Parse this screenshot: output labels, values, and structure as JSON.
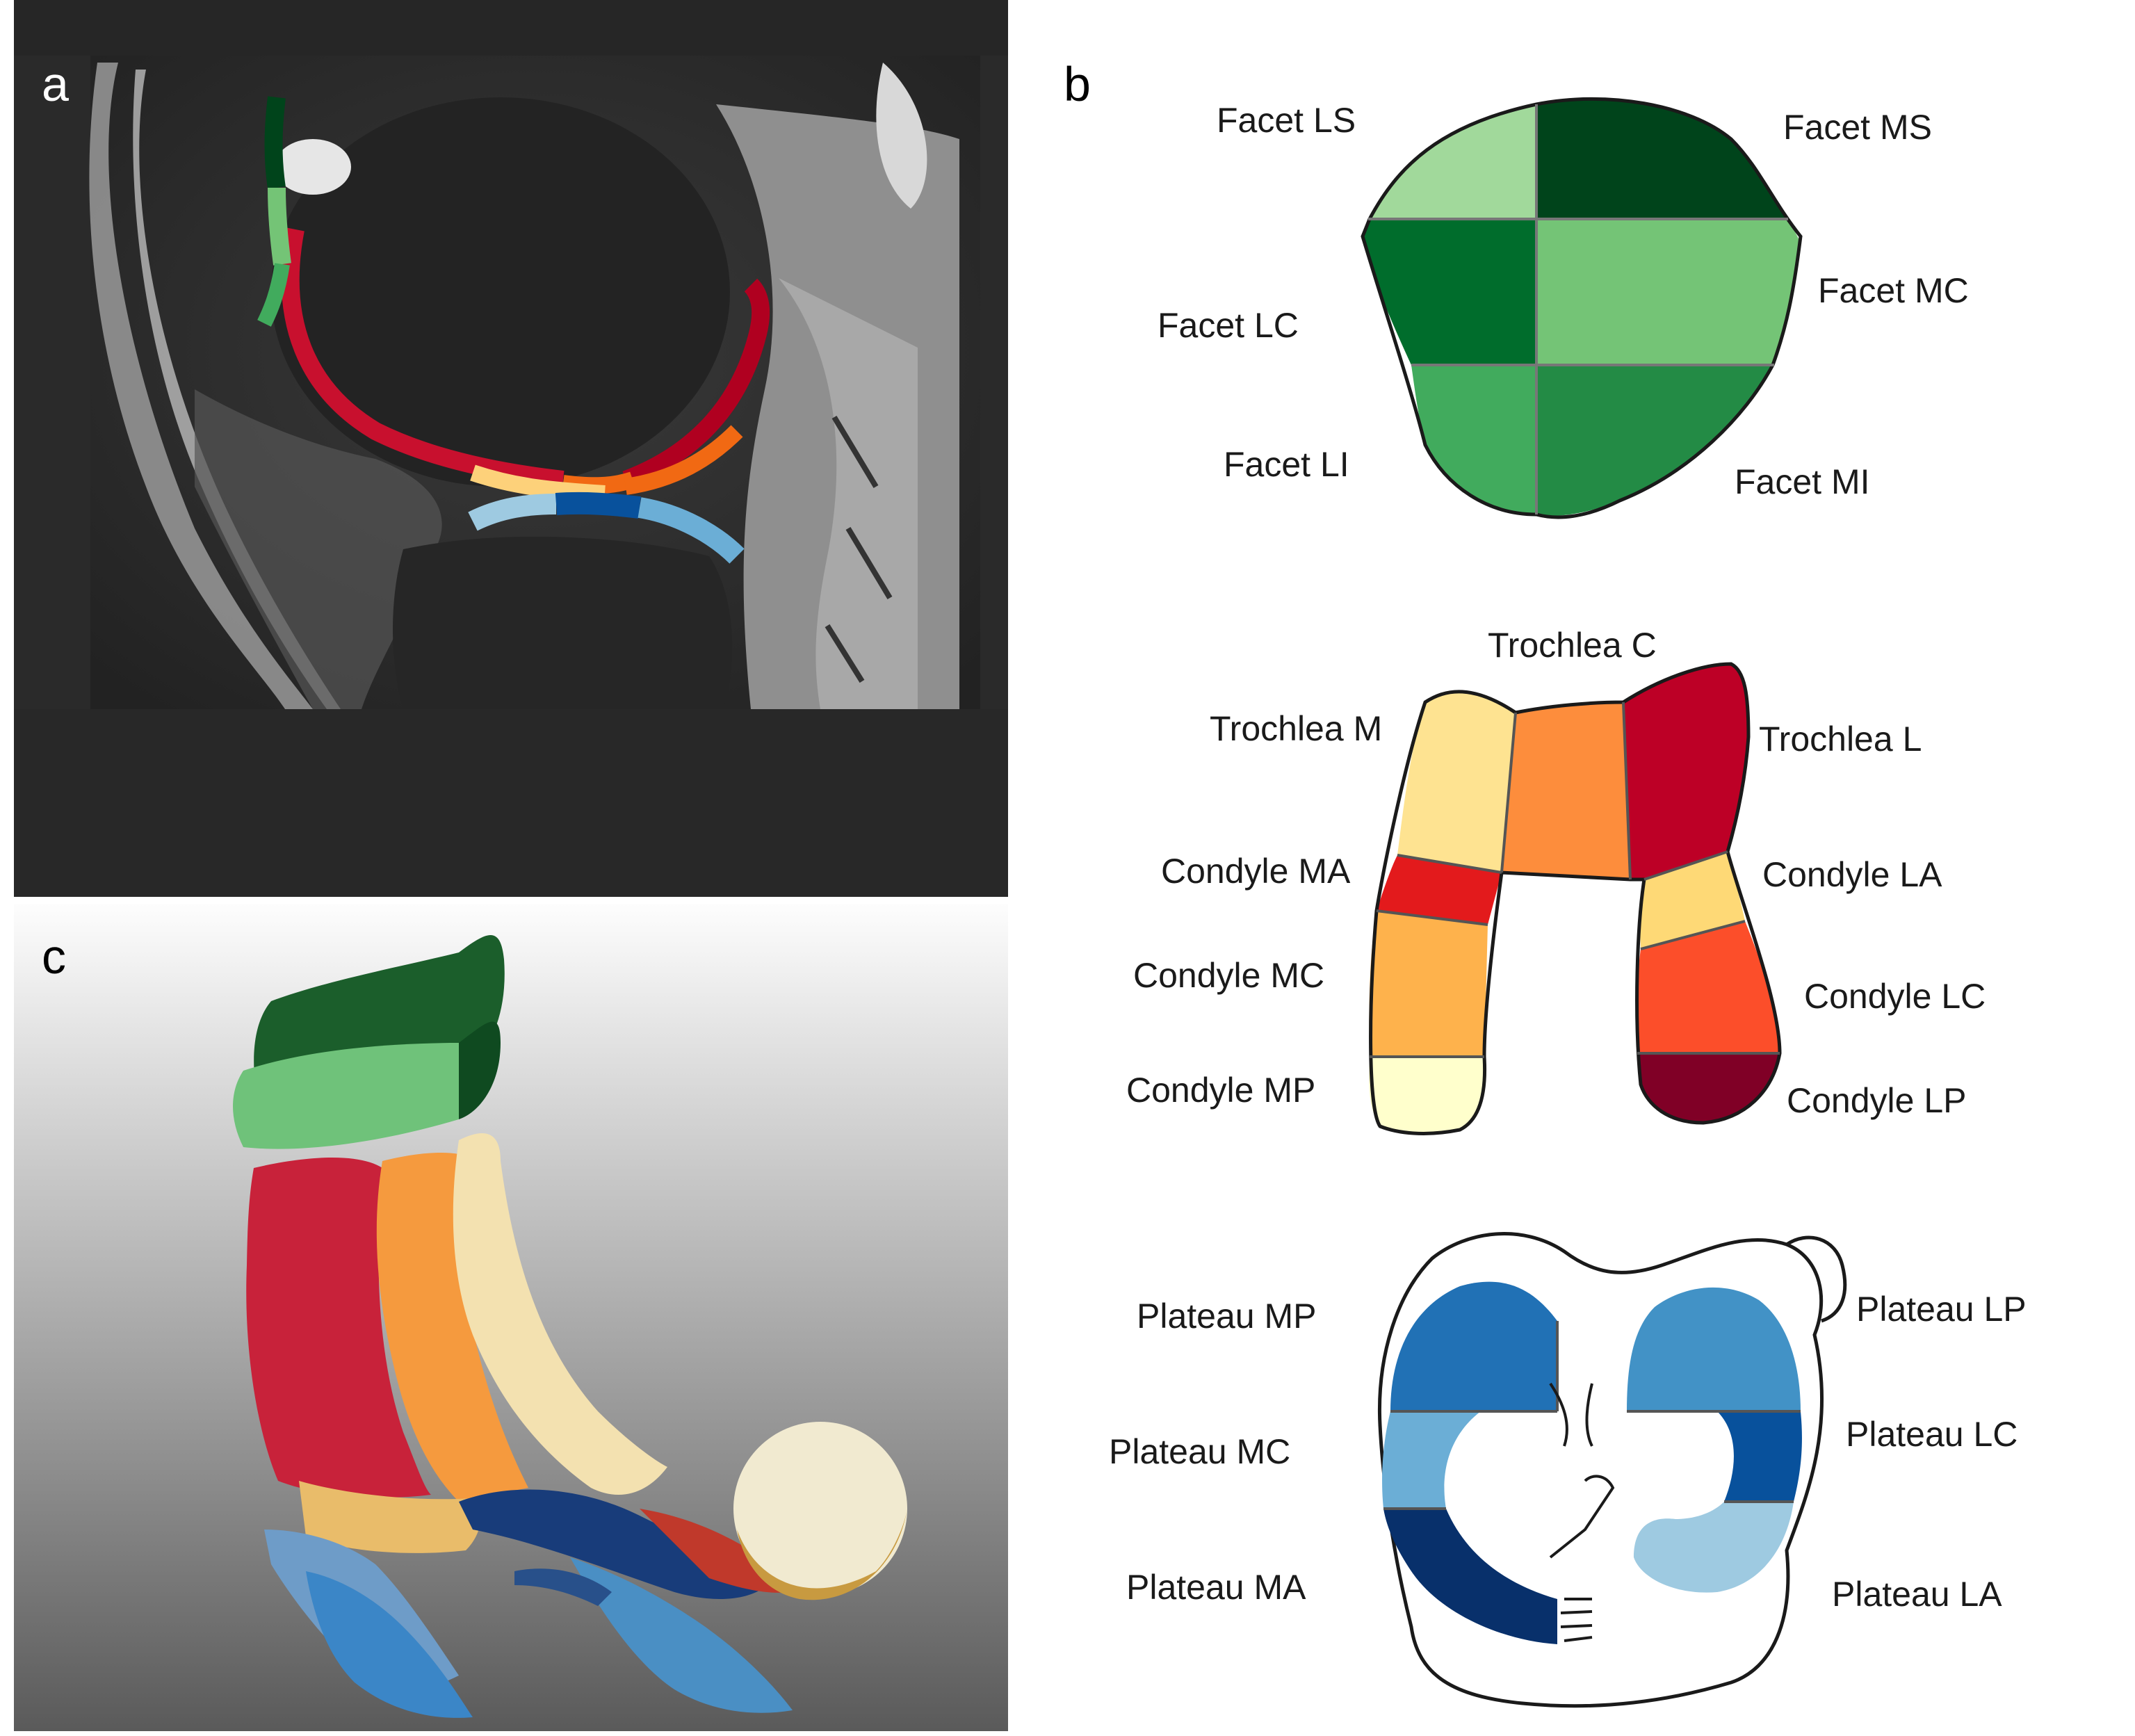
{
  "panels": {
    "a": {
      "label": "a"
    },
    "b": {
      "label": "b"
    },
    "c": {
      "label": "c"
    }
  },
  "patella_regions": {
    "facet_ls": "Facet LS",
    "facet_ms": "Facet MS",
    "facet_lc": "Facet LC",
    "facet_mc": "Facet MC",
    "facet_li": "Facet LI",
    "facet_mi": "Facet MI"
  },
  "femur_regions": {
    "trochlea_c": "Trochlea C",
    "trochlea_m": "Trochlea M",
    "trochlea_l": "Trochlea L",
    "condyle_ma": "Condyle MA",
    "condyle_la": "Condyle LA",
    "condyle_mc": "Condyle MC",
    "condyle_lc": "Condyle LC",
    "condyle_mp": "Condyle MP",
    "condyle_lp": "Condyle LP"
  },
  "tibia_regions": {
    "plateau_mp": "Plateau MP",
    "plateau_lp": "Plateau LP",
    "plateau_mc": "Plateau MC",
    "plateau_lc": "Plateau LC",
    "plateau_ma": "Plateau MA",
    "plateau_la": "Plateau LA"
  },
  "colors": {
    "facet_ls": "#a1d99b",
    "facet_ms": "#00441b",
    "facet_lc": "#006d2c",
    "facet_mc": "#74c476",
    "facet_li": "#41ab5d",
    "facet_mi": "#238b45",
    "trochlea_m": "#fee391",
    "trochlea_c": "#fd8d3c",
    "trochlea_l": "#bd0026",
    "condyle_ma": "#e31a1c",
    "condyle_la": "#fed976",
    "condyle_mc": "#feb24c",
    "condyle_lc": "#fc4e2a",
    "condyle_mp": "#ffffcc",
    "condyle_lp": "#800026",
    "plateau_mp": "#2171b5",
    "plateau_lp": "#4292c6",
    "plateau_mc": "#6baed6",
    "plateau_lc": "#08519c",
    "plateau_ma": "#08306b",
    "plateau_la": "#9ecae1"
  }
}
